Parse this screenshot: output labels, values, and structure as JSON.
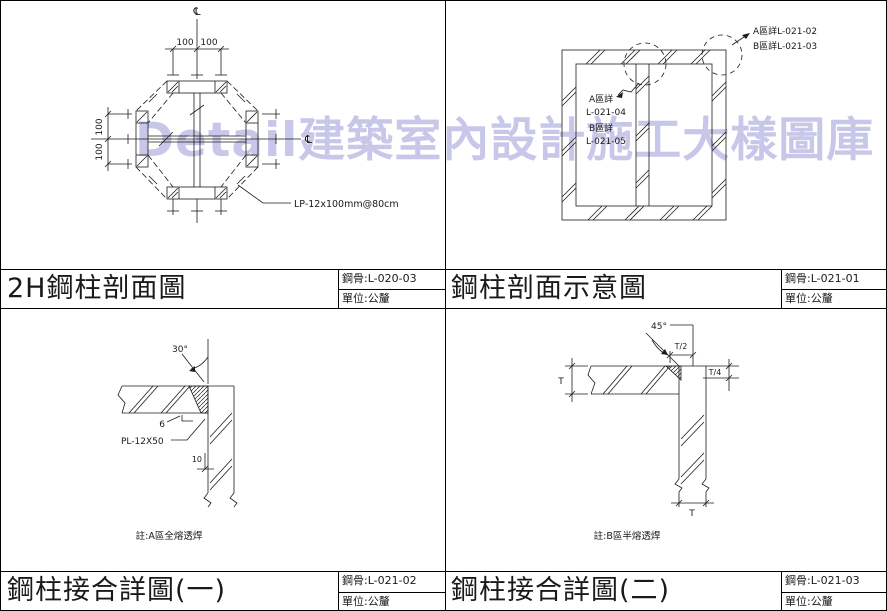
{
  "watermark": {
    "text": "Detail建築室內設計施工大樣圖庫",
    "color": "#9a9ad8"
  },
  "title_blocks": {
    "top_left": {
      "title": "2H鋼柱剖面圖",
      "drawing_no": "鋼骨:L-020-03",
      "unit": "單位:公釐"
    },
    "top_right": {
      "title": "鋼柱剖面示意圖",
      "drawing_no": "鋼骨:L-021-01",
      "unit": "單位:公釐"
    },
    "bottom_left": {
      "title": "鋼柱接合詳圖(一)",
      "drawing_no": "鋼骨:L-021-02",
      "unit": "單位:公釐"
    },
    "bottom_right": {
      "title": "鋼柱接合詳圖(二)",
      "drawing_no": "鋼骨:L-021-03",
      "unit": "單位:公釐"
    }
  },
  "section_drawing": {
    "centerline_symbol": "℄",
    "dim_top_left": "100",
    "dim_top_right": "100",
    "dim_left_upper": "100",
    "dim_left_lower": "100",
    "plate_label": "LP-12x100mm@80cm"
  },
  "schematic_drawing": {
    "callout_right_line1": "A區詳L-021-02",
    "callout_right_line2": "B區詳L-021-03",
    "callout_left_line1": "A區詳",
    "callout_left_line2": "L-021-04",
    "callout_left_line3": "B區詳",
    "callout_left_line4": "L-021-05"
  },
  "joint_detail_1": {
    "angle_label": "30°",
    "weld_size_label": "6",
    "plate_label": "PL-12X50",
    "dim_label": "10",
    "note": "註:A區全熔透焊"
  },
  "joint_detail_2": {
    "angle_label": "45°",
    "dim_t_half": "T/2",
    "dim_t_quarter": "T/4",
    "dim_thickness_left": "T",
    "dim_thickness_bottom": "T",
    "note": "註:B區半熔透焊"
  }
}
